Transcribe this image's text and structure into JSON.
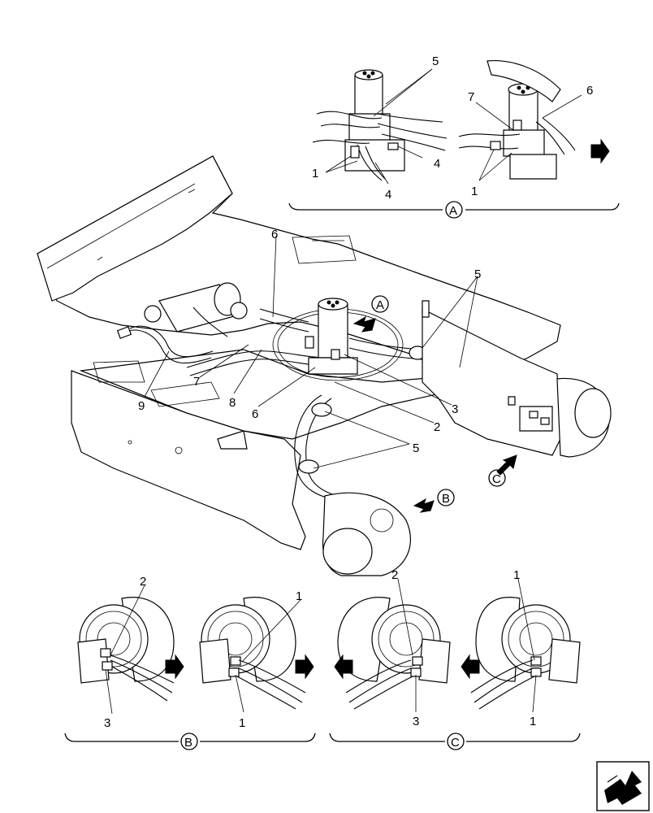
{
  "callouts": {
    "topA": {
      "n5": "5",
      "n4a": "4",
      "n4b": "4",
      "n1": "1"
    },
    "topA2": {
      "n7": "7",
      "n6": "6",
      "n1": "1"
    },
    "main": {
      "n6a": "6",
      "n5a": "5",
      "n7": "7",
      "n8": "8",
      "n9": "9",
      "n6b": "6",
      "n2": "2",
      "n3": "3",
      "n5b": "5"
    },
    "botB1": {
      "n2": "2",
      "n3": "3"
    },
    "botB2": {
      "n1a": "1",
      "n1b": "1"
    },
    "botC1": {
      "n2": "2",
      "n3": "3"
    },
    "botC2": {
      "n1a": "1",
      "n1b": "1"
    }
  },
  "views": {
    "a": "A",
    "b": "B",
    "c": "C"
  },
  "icons": {
    "nav": "navigation-arrow-icon"
  }
}
